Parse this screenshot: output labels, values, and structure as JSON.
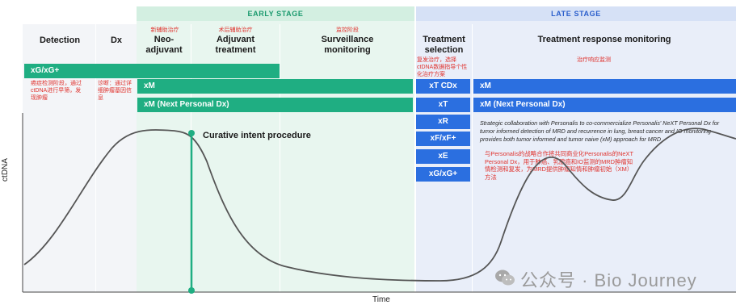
{
  "stages": {
    "early_label": "EARLY STAGE",
    "late_label": "LATE STAGE"
  },
  "columns": {
    "detection": {
      "title": "Detection",
      "cn": "癌症检测阶段，通过ctDNA进行早筛，发现肿瘤"
    },
    "dx": {
      "title": "Dx",
      "cn": "诊断：通过详细肿瘤基因信息"
    },
    "neoadjuvant": {
      "title": "Neo-\nadjuvant",
      "cn": "新辅助治疗"
    },
    "adjuvant": {
      "title": "Adjuvant\ntreatment",
      "cn": "术后辅助治疗"
    },
    "surveillance": {
      "title": "Surveillance\nmonitoring",
      "cn": "监控阶段"
    },
    "treatment_selection": {
      "title": "Treatment\nselection",
      "cn": "复发治疗，选择ctDNA数据指导个性化治疗方案"
    },
    "response_monitoring": {
      "title": "Treatment response monitoring",
      "cn": "治疗响应监测"
    }
  },
  "products": {
    "xg_early": "xG/xG+",
    "xm_early": "xM",
    "xm_next_early": "xM (Next Personal Dx)",
    "xt_cdx": "xT CDx",
    "xm_late": "xM",
    "xt": "xT",
    "xm_next_late": "xM (Next Personal Dx)",
    "xr": "xR",
    "xf": "xF/xF+",
    "xe": "xE",
    "xg_late": "xG/xG+"
  },
  "procedure_label": "Curative intent procedure",
  "note_en": "Strategic collaboration with Personalis to co-commercialize Personalis' NeXT Personal Dx for tumor informed detection of MRD and recurrence in lung, breast cancer and IO monitoring provides both tumor informed and tumor naive (xM) approach for MRD",
  "note_cn": "与Personalis的战略合作将共同商业化Personalis的NeXT Personal Dx，用于肺癌、乳腺癌和IO监测的MRD肿瘤知情检测和复发，为MRD提供肿瘤知情和肿瘤初始（XM）方法",
  "axes": {
    "y": "ctDNA",
    "x": "Time"
  },
  "watermark": "公众号 · Bio Journey",
  "colors": {
    "green": "#1fae82",
    "blue": "#2b6fe0",
    "red_text": "#e0322d",
    "early_bg": "#e8f6ef",
    "late_bg": "#e9eef9"
  }
}
